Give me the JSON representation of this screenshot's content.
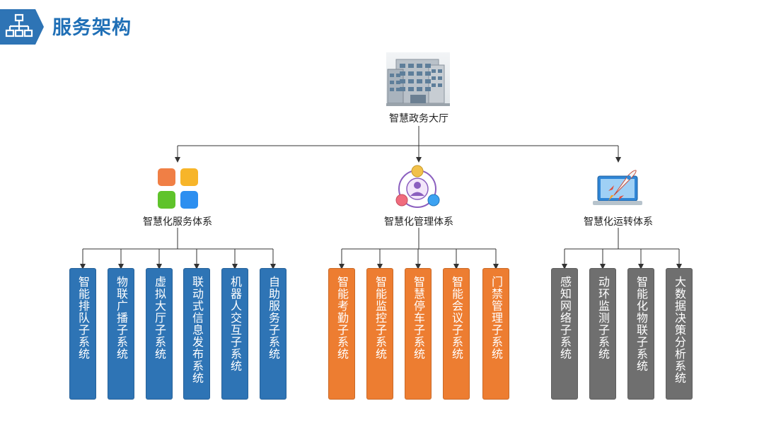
{
  "header": {
    "title": "服务架构",
    "icon": "hierarchy-icon",
    "badge_color": "#2e74b5"
  },
  "root": {
    "label": "智慧政务大厅",
    "icon": "government-building-icon"
  },
  "branches": [
    {
      "label": "智慧化服务体系",
      "icon": "app-grid-icon",
      "color": "#2e74b5",
      "leaves": [
        "智能排队子系统",
        "物联广播子系统",
        "虚拟大厅子系统",
        "联动式信息发布系统",
        "机器人交互子系统",
        "自助服务子系统"
      ]
    },
    {
      "label": "智慧化管理体系",
      "icon": "user-network-icon",
      "color": "#ed7d31",
      "leaves": [
        "智能考勤子系统",
        "智能监控子系统",
        "智慧停车子系统",
        "智能会议子系统",
        "门禁管理子系统"
      ]
    },
    {
      "label": "智慧化运转体系",
      "icon": "rocket-laptop-icon",
      "color": "#6f6f6f",
      "leaves": [
        "感知网络子系统",
        "动环监测子系统",
        "智能化物联子系统",
        "大数据决策分析系统"
      ]
    }
  ]
}
